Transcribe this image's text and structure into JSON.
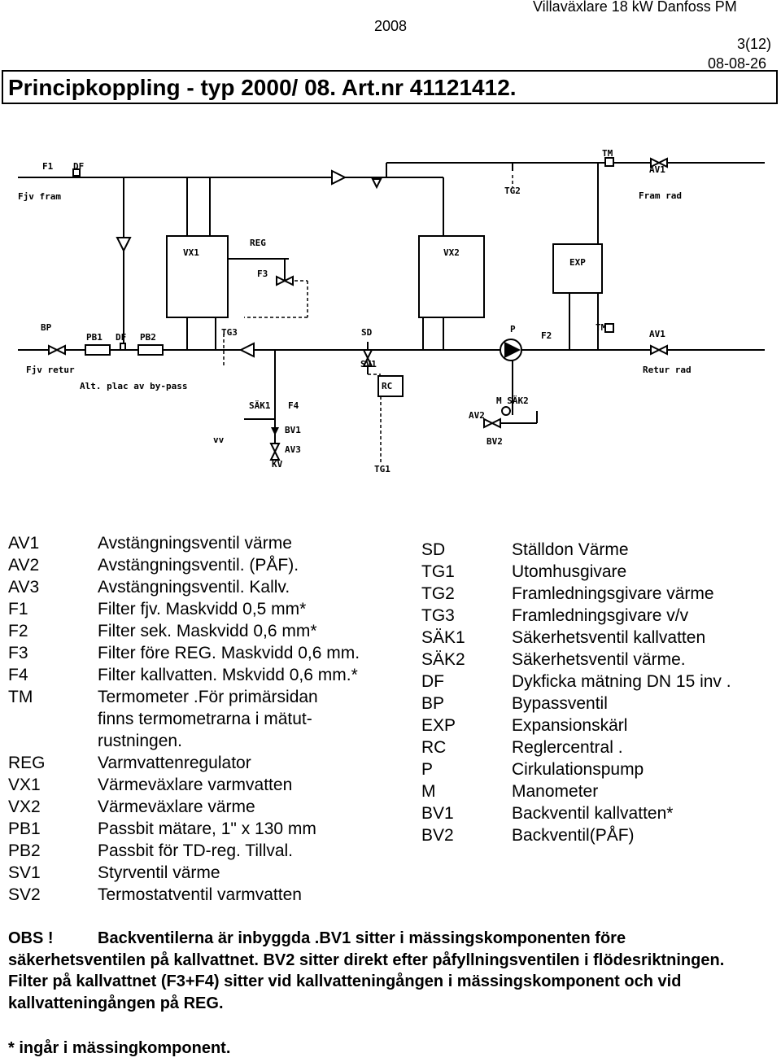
{
  "header": {
    "year": "2008",
    "product": "Villaväxlare 18 kW Danfoss PM",
    "page": "3(12)",
    "date": "08-08-26",
    "title": "Principkoppling - typ 2000/ 08. Art.nr 41121412."
  },
  "diagram_labels": {
    "f1": "F1",
    "df_top": "DF",
    "fjv_fram": "Fjv fram",
    "tm_top": "TM",
    "av1_top": "AV1",
    "fram_rad": "Fram rad",
    "tg2": "TG2",
    "vx1": "VX1",
    "reg": "REG",
    "f3": "F3",
    "vx2": "VX2",
    "exp": "EXP",
    "bp": "BP",
    "pb1": "PB1",
    "df_mid": "DF",
    "pb2": "PB2",
    "tg3": "TG3",
    "sd": "SD",
    "sv1": "SV1",
    "p": "P",
    "f2": "F2",
    "tm_right": "TM",
    "av1_bottom": "AV1",
    "fjv_retur": "Fjv retur",
    "alt_plac": "Alt. plac av by-pass",
    "rc": "RC",
    "retur_rad": "Retur rad",
    "sak1": "SÄK1",
    "f4": "F4",
    "m_sak2": "M SÄK2",
    "av2": "AV2",
    "bv1": "BV1",
    "bv2": "BV2",
    "vv": "vv",
    "av3": "AV3",
    "kv": "KV",
    "tg1": "TG1"
  },
  "legend_left": [
    {
      "code": "AV1",
      "desc": "Avstängningsventil värme"
    },
    {
      "code": "AV2",
      "desc": "Avstängningsventil. (PÅF)."
    },
    {
      "code": "AV3",
      "desc": "Avstängningsventil. Kallv."
    },
    {
      "code": "F1",
      "desc": "Filter fjv. Maskvidd 0,5 mm*"
    },
    {
      "code": "F2",
      "desc": "Filter sek. Maskvidd 0,6 mm*"
    },
    {
      "code": "F3",
      "desc": "Filter före REG. Maskvidd 0,6 mm."
    },
    {
      "code": "F4",
      "desc": "Filter kallvatten. Mskvidd 0,6 mm.*"
    },
    {
      "code": "TM",
      "desc": "Termometer .För primärsidan finns termometrarna i mätut-rustningen."
    },
    {
      "code": "REG",
      "desc": "Varmvattenregulator"
    },
    {
      "code": "VX1",
      "desc": "Värmeväxlare varmvatten"
    },
    {
      "code": "VX2",
      "desc": "Värmeväxlare värme"
    },
    {
      "code": "PB1",
      "desc": "Passbit mätare, 1\" x 130 mm"
    },
    {
      "code": "PB2",
      "desc": "Passbit för TD-reg. Tillval."
    },
    {
      "code": "SV1",
      "desc": "Styrventil värme"
    },
    {
      "code": "SV2",
      "desc": "Termostatventil varmvatten"
    }
  ],
  "legend_right": [
    {
      "code": "SD",
      "desc": "Ställdon Värme"
    },
    {
      "code": "TG1",
      "desc": "Utomhusgivare"
    },
    {
      "code": "TG2",
      "desc": "Framledningsgivare värme"
    },
    {
      "code": "TG3",
      "desc": "Framledningsgivare v/v"
    },
    {
      "code": "SÄK1",
      "desc": "Säkerhetsventil kallvatten"
    },
    {
      "code": "SÄK2",
      "desc": "Säkerhetsventil värme."
    },
    {
      "code": "DF",
      "desc": "Dykficka  mätning DN 15 inv ."
    },
    {
      "code": "BP",
      "desc": "Bypassventil"
    },
    {
      "code": "EXP",
      "desc": "Expansionskärl"
    },
    {
      "code": "RC",
      "desc": "Reglercentral ."
    },
    {
      "code": "P",
      "desc": "Cirkulationspump"
    },
    {
      "code": "M",
      "desc": "Manometer"
    },
    {
      "code": "BV1",
      "desc": "Backventil kallvatten*"
    },
    {
      "code": "BV2",
      "desc": " Backventil(PÅF)"
    }
  ],
  "note": {
    "obs": "OBS !",
    "text": "Backventilerna är inbyggda .BV1 sitter i mässingskomponenten före säkerhetsventilen på kallvattnet. BV2 sitter direkt efter påfyllningsventilen i flödesriktningen. Filter på kallvattnet (F3+F4) sitter vid kallvatteningången i mässingskomponent och vid kallvatteningången på REG."
  },
  "footnote": "* ingår i mässingkomponent."
}
